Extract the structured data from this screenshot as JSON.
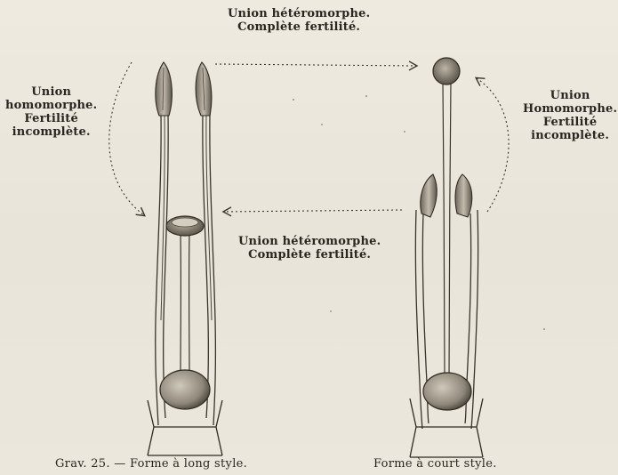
{
  "labels": {
    "top": {
      "line1": "Union hétéromorphe.",
      "line2": "Complète fertilité."
    },
    "middle": {
      "line1": "Union hétéromorphe.",
      "line2": "Complète fertilité."
    },
    "left": {
      "line1": "Union",
      "line2": "homomorphe.",
      "line3": "Fertilité",
      "line4": "incomplète."
    },
    "right": {
      "line1": "Union",
      "line2": "Homomorphe.",
      "line3": "Fertilité",
      "line4": "incomplète."
    }
  },
  "captions": {
    "left": "Grav. 25. — Forme à long style.",
    "right": "Forme à court style."
  }
}
